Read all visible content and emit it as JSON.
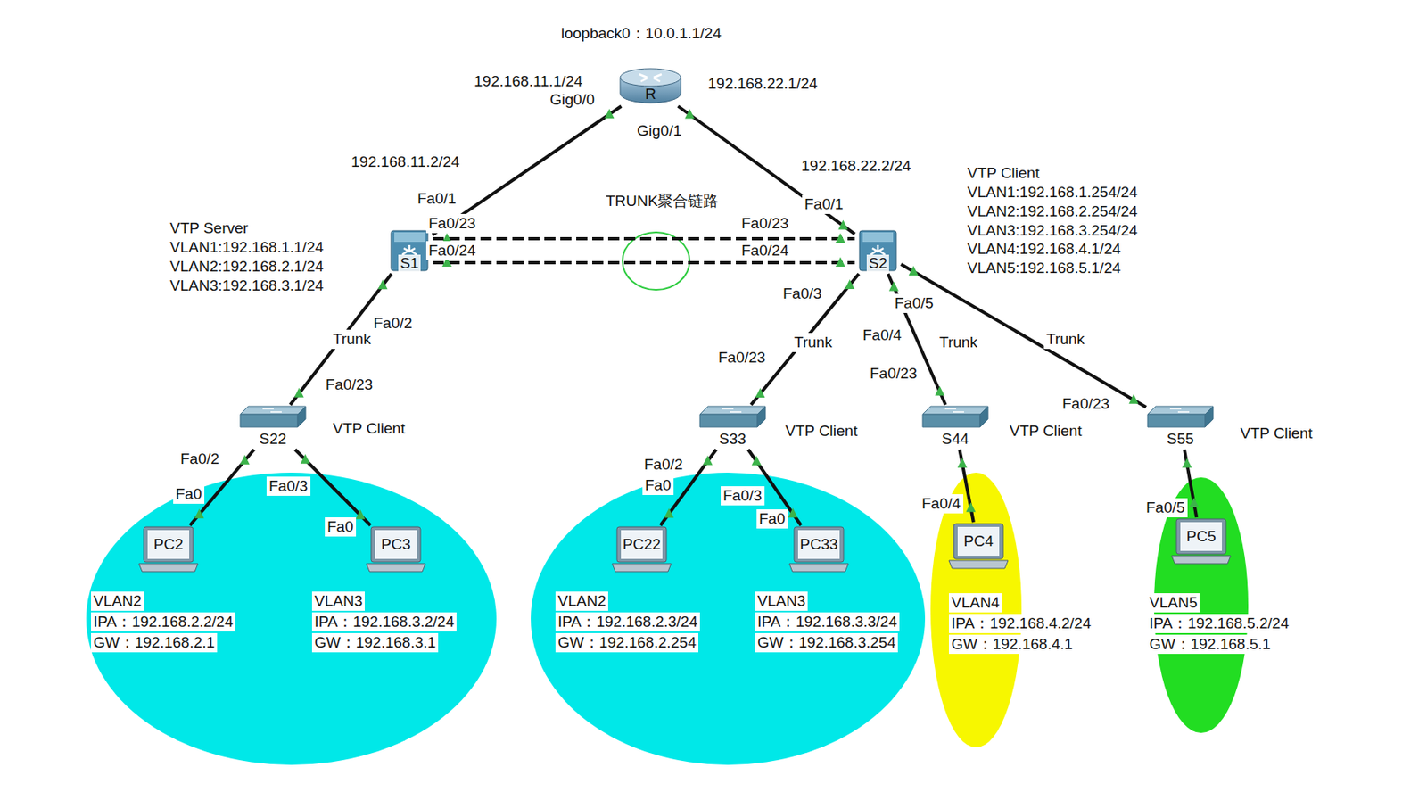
{
  "diagram": {
    "nodes": [
      {
        "text": [
          "R"
        ]
      },
      {
        "text": [
          "S1"
        ]
      },
      {
        "text": [
          "S2"
        ]
      },
      {
        "text": [
          "S22"
        ]
      },
      {
        "text": [
          "S33"
        ]
      },
      {
        "text": [
          "S44"
        ]
      },
      {
        "text": [
          "S55"
        ]
      },
      {
        "text": [
          "PC2"
        ]
      },
      {
        "text": [
          "PC3"
        ]
      },
      {
        "text": [
          "PC22"
        ]
      },
      {
        "text": [
          "PC33"
        ]
      },
      {
        "text": [
          "PC4"
        ]
      },
      {
        "text": [
          "PC5"
        ]
      }
    ],
    "edges": [
      {
        "from": 0,
        "to": 1,
        "arrow": "none"
      },
      {
        "from": 0,
        "to": 2,
        "arrow": "none"
      },
      {
        "from": 1,
        "to": 2,
        "arrow": "none"
      },
      {
        "from": 1,
        "to": 2,
        "arrow": "none"
      },
      {
        "from": 1,
        "to": 3,
        "label": "Trunk",
        "arrow": "none"
      },
      {
        "from": 2,
        "to": 4,
        "label": "Trunk",
        "arrow": "none"
      },
      {
        "from": 2,
        "to": 5,
        "label": "Trunk",
        "arrow": "none"
      },
      {
        "from": 2,
        "to": 6,
        "label": "Trunk",
        "arrow": "none"
      },
      {
        "from": 3,
        "to": 7,
        "arrow": "none"
      },
      {
        "from": 3,
        "to": 8,
        "arrow": "none"
      },
      {
        "from": 4,
        "to": 9,
        "arrow": "none"
      },
      {
        "from": 4,
        "to": 10,
        "arrow": "none"
      },
      {
        "from": 5,
        "to": 11,
        "arrow": "none"
      },
      {
        "from": 6,
        "to": 12,
        "arrow": "none"
      }
    ],
    "labels": [
      "loopback0：10.0.1.1/24",
      "192.168.11.1/24",
      "Gig0/0",
      "192.168.22.1/24",
      "Gig0/1",
      "192.168.11.2/24",
      "192.168.22.2/24",
      "VTP Server",
      "VLAN1:192.168.1.1/24",
      "VLAN2:192.168.2.1/24",
      "VLAN3:192.168.3.1/24",
      "Fa0/1",
      "Fa0/23",
      "Fa0/24",
      "TRUNK聚合链路",
      "Fa0/23",
      "Fa0/1",
      "Fa0/24",
      "VTP Client",
      "VLAN1:192.168.1.254/24",
      "VLAN2:192.168.2.254/24",
      "VLAN3:192.168.3.254/24",
      "VLAN4:192.168.4.1/24",
      "VLAN5:192.168.5.1/24",
      "Fa0/2",
      "Fa0/23",
      "VTP Client",
      "Fa0/2",
      "Fa0",
      "Fa0/3",
      "Fa0",
      "Fa0/3",
      "Fa0/5",
      "Fa0/4",
      "Fa0/23",
      "VTP Client",
      "Fa0/23",
      "VTP Client",
      "Fa0/23",
      "VTP Client",
      "Fa0/2",
      "Fa0",
      "Fa0/3",
      "Fa0",
      "Fa0/4",
      "Fa0/5",
      "VLAN2",
      "IPA：192.168.2.2/24",
      "GW：192.168.2.1",
      "VLAN3",
      "IPA：192.168.3.2/24",
      "GW：192.168.3.1",
      "VLAN2",
      "IPA：192.168.2.3/24",
      "GW：192.168.2.254",
      "VLAN3",
      "IPA：192.168.3.3/24",
      "GW：192.168.3.254",
      "VLAN4",
      "IPA：192.168.4.2/24",
      "GW：192.168.4.1",
      "VLAN5",
      "IPA：192.168.5.2/24",
      "GW：192.168.5.1"
    ]
  }
}
